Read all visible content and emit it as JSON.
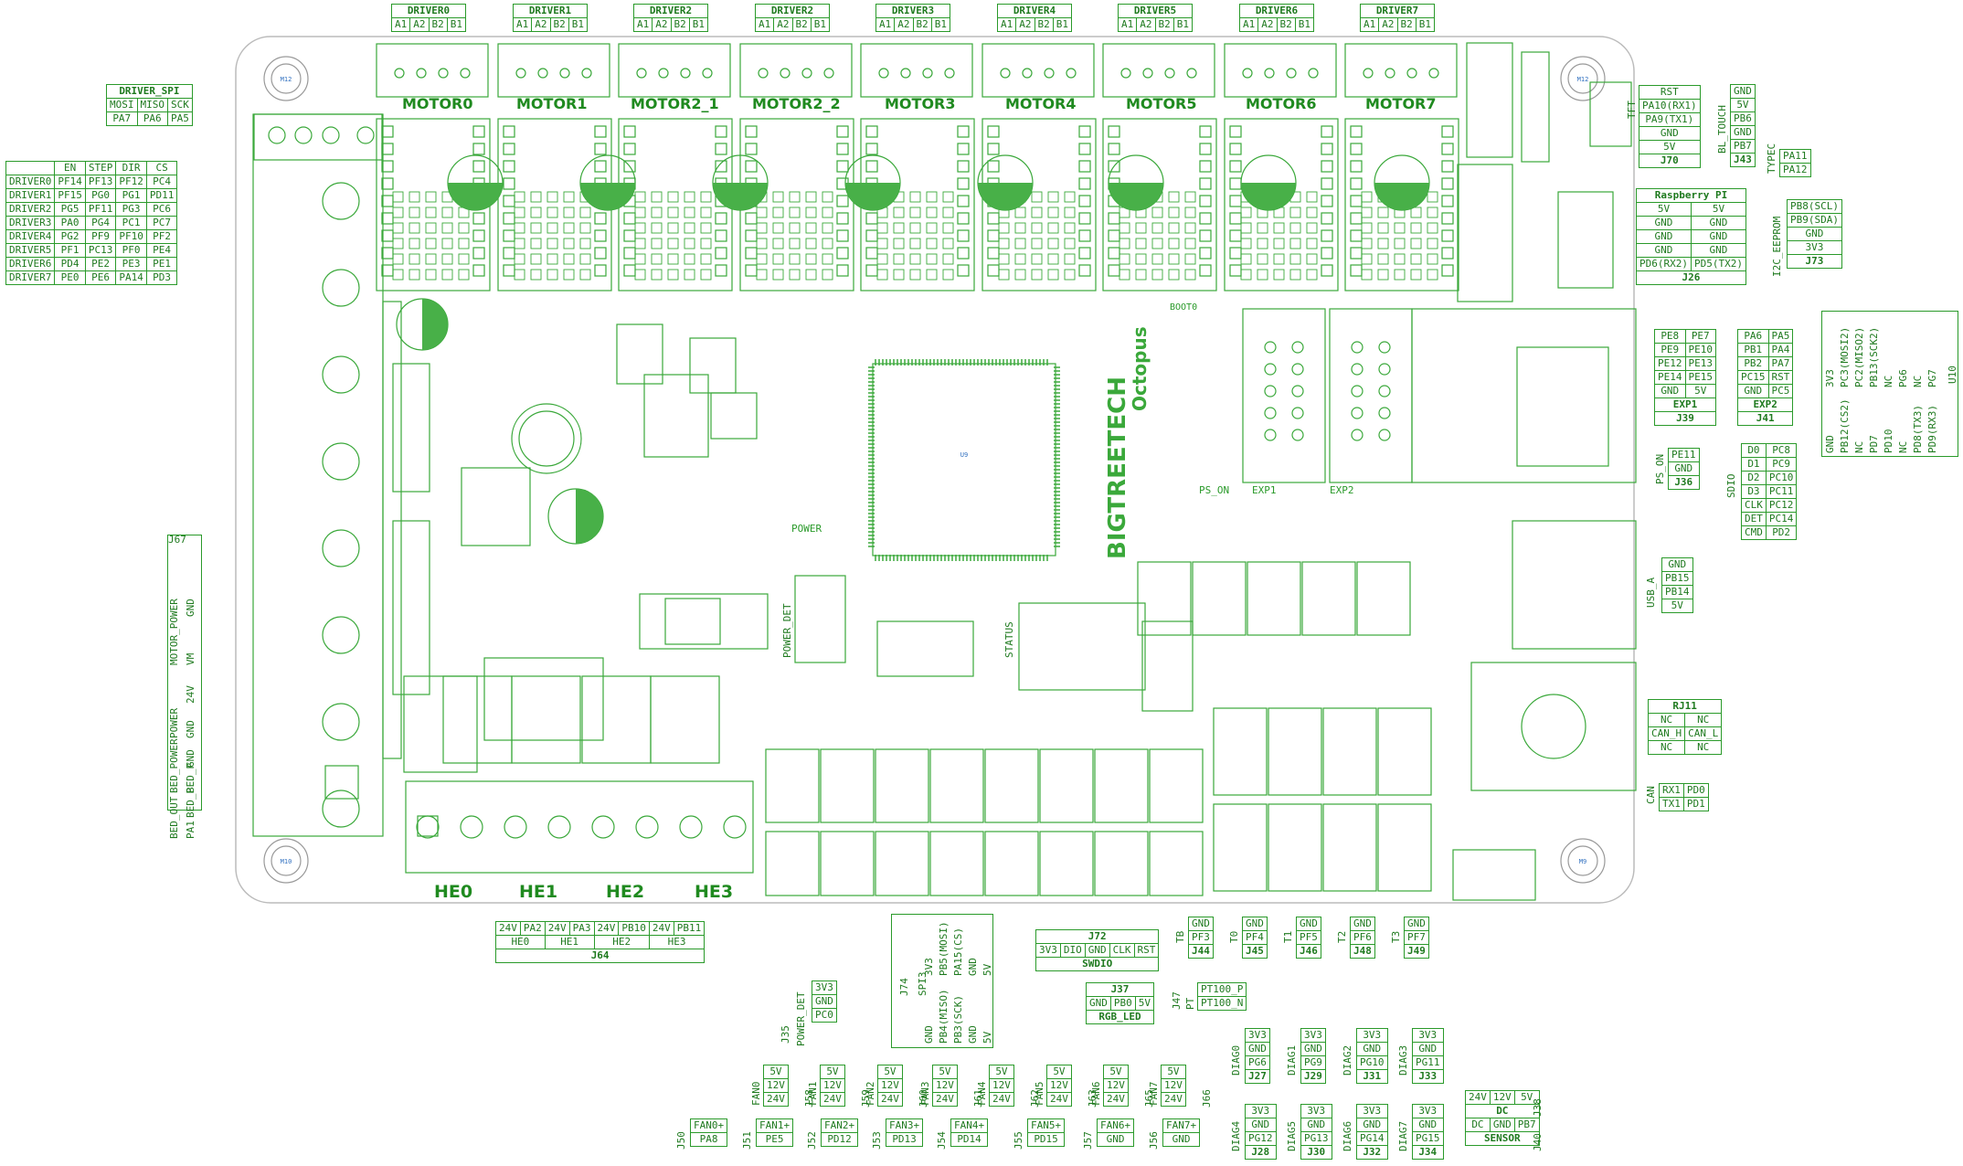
{
  "board": {
    "brand": "BIGTREETECH",
    "model": "Octopus",
    "chip": "U9",
    "power_label": "POWER",
    "boot_label": "BOOT0",
    "status_label": "STATUS",
    "power_det_label": "POWER_DET",
    "ps_on_label": "PS_ON",
    "exp1_label": "EXP1",
    "exp2_label": "EXP2",
    "mount_holes": [
      "M12",
      "M12",
      "M10",
      "M9"
    ],
    "he_labels": [
      "HE0",
      "HE1",
      "HE2",
      "HE3"
    ],
    "motor_labels": [
      "MOTOR0",
      "MOTOR1",
      "MOTOR2_1",
      "MOTOR2_2",
      "MOTOR3",
      "MOTOR4",
      "MOTOR5",
      "MOTOR6",
      "MOTOR7"
    ]
  },
  "top_drivers": {
    "names": [
      "DRIVER0",
      "DRIVER1",
      "DRIVER2",
      "DRIVER2",
      "DRIVER3",
      "DRIVER4",
      "DRIVER5",
      "DRIVER6",
      "DRIVER7"
    ],
    "pins": [
      "A1",
      "A2",
      "B2",
      "B1"
    ]
  },
  "driver_spi": {
    "title": "DRIVER_SPI",
    "header": [
      "MOSI",
      "MISO",
      "SCK"
    ],
    "values": [
      "PA7",
      "PA6",
      "PA5"
    ]
  },
  "driver_table": {
    "header": [
      "",
      "EN",
      "STEP",
      "DIR",
      "CS"
    ],
    "rows": [
      [
        "DRIVER0",
        "PF14",
        "PF13",
        "PF12",
        "PC4"
      ],
      [
        "DRIVER1",
        "PF15",
        "PG0",
        "PG1",
        "PD11"
      ],
      [
        "DRIVER2",
        "PG5",
        "PF11",
        "PG3",
        "PC6"
      ],
      [
        "DRIVER3",
        "PA0",
        "PG4",
        "PC1",
        "PC7"
      ],
      [
        "DRIVER4",
        "PG2",
        "PF9",
        "PF10",
        "PF2"
      ],
      [
        "DRIVER5",
        "PF1",
        "PC13",
        "PF0",
        "PE4"
      ],
      [
        "DRIVER6",
        "PD4",
        "PE2",
        "PE3",
        "PE1"
      ],
      [
        "DRIVER7",
        "PE0",
        "PE6",
        "PA14",
        "PD3"
      ]
    ]
  },
  "j67": {
    "title": "J67",
    "groups": [
      [
        "MOTOR_POWER",
        "GND",
        "VM"
      ],
      [
        "POWER",
        "24V",
        "GND"
      ],
      [
        "BED_POWER",
        "GND",
        "BED_P"
      ],
      [
        "BED_OUT",
        "BED_P",
        "PA1"
      ]
    ]
  },
  "j70": {
    "side": "TFT",
    "rows": [
      "RST",
      "PA10(RX1)",
      "PA9(TX1)",
      "GND",
      "5V"
    ],
    "title": "J70"
  },
  "j43": {
    "side": "BL_TOUCH",
    "rows": [
      "GND",
      "5V",
      "PB6",
      "GND",
      "PB7"
    ],
    "title": "J43"
  },
  "typec": {
    "side": "TYPEC",
    "rows": [
      "PA11",
      "PA12"
    ]
  },
  "raspberry": {
    "title": "Raspberry PI",
    "rows": [
      [
        "5V",
        "5V"
      ],
      [
        "GND",
        "GND"
      ],
      [
        "GND",
        "GND"
      ],
      [
        "GND",
        "GND"
      ],
      [
        "PD6(RX2)",
        "PD5(TX2)"
      ]
    ],
    "footer": "J26"
  },
  "i2c": {
    "side": "I2C_EEPROM",
    "rows": [
      "PB8(SCL)",
      "PB9(SDA)",
      "GND",
      "3V3"
    ],
    "title": "J73"
  },
  "exp1": {
    "rows": [
      [
        "PE8",
        "PE7"
      ],
      [
        "PE9",
        "PE10"
      ],
      [
        "PE12",
        "PE13"
      ],
      [
        "PE14",
        "PE15"
      ],
      [
        "GND",
        "5V"
      ]
    ],
    "name": "EXP1",
    "title": "J39"
  },
  "exp2": {
    "rows": [
      [
        "PA6",
        "PA5"
      ],
      [
        "PB1",
        "PA4"
      ],
      [
        "PB2",
        "PA7"
      ],
      [
        "PC15",
        "RST"
      ],
      [
        "GND",
        "PC5"
      ]
    ],
    "name": "EXP2",
    "title": "J41"
  },
  "u10": {
    "title": "U10",
    "top": [
      "3V3",
      "PC3(MOSI2)",
      "PC2(MISO2)",
      "PB13(SCK2)",
      "NC",
      "PG6",
      "NC",
      "PG7"
    ],
    "bottom": [
      "GND",
      "PB12(CS2)",
      "NC",
      "PD7",
      "PD10",
      "NC",
      "PD8(TX3)",
      "PD9(RX3)"
    ]
  },
  "j36": {
    "side": "PS_ON",
    "rows": [
      "PE11",
      "GND"
    ],
    "title": "J36"
  },
  "sdio": {
    "side": "SDIO",
    "rows": [
      [
        "D0",
        "PC8"
      ],
      [
        "D1",
        "PC9"
      ],
      [
        "D2",
        "PC10"
      ],
      [
        "D3",
        "PC11"
      ],
      [
        "CLK",
        "PC12"
      ],
      [
        "DET",
        "PC14"
      ],
      [
        "CMD",
        "PD2"
      ]
    ]
  },
  "usb_a": {
    "side": "USB_A",
    "rows": [
      "GND",
      "PB15",
      "PB14",
      "5V"
    ]
  },
  "rj11": {
    "title": "RJ11",
    "rows": [
      [
        "NC",
        "NC"
      ],
      [
        "CAN_H",
        "CAN_L"
      ],
      [
        "NC",
        "NC"
      ]
    ]
  },
  "can": {
    "side": "CAN",
    "rows": [
      [
        "RX1",
        "PD0"
      ],
      [
        "TX1",
        "PD1"
      ]
    ]
  },
  "j64": {
    "cols": [
      [
        "24V",
        "PA2"
      ],
      [
        "24V",
        "PA3"
      ],
      [
        "24V",
        "PB10"
      ],
      [
        "24V",
        "PB11"
      ]
    ],
    "names": [
      "HE0",
      "HE1",
      "HE2",
      "HE3"
    ],
    "title": "J64"
  },
  "j74": {
    "title": "J74",
    "spi": "SPI3",
    "top": [
      "3V3",
      "PB5(MOSI)",
      "PA15(CS)",
      "GND",
      "5V"
    ],
    "bottom": [
      "GND",
      "PB4(MISO)",
      "PB3(SCK)",
      "GND",
      "5V"
    ]
  },
  "j72": {
    "title": "J72",
    "cells": [
      "3V3",
      "DIO",
      "GND",
      "CLK",
      "RST"
    ],
    "name": "SWDIO"
  },
  "j37": {
    "title": "J37",
    "cells": [
      "GND",
      "PB0",
      "5V"
    ],
    "name": "RGB_LED"
  },
  "j35": {
    "title": "J35",
    "side": "POWER_DET",
    "rows": [
      "3V3",
      "GND",
      "PC0"
    ]
  },
  "j47": {
    "title": "J47",
    "side": "PT",
    "rows": [
      "PT100_P",
      "PT100_N"
    ]
  },
  "thermistors": [
    {
      "side": "TB",
      "cells": [
        "GND",
        "PF3"
      ],
      "title": "J44"
    },
    {
      "side": "T0",
      "cells": [
        "GND",
        "PF4"
      ],
      "title": "J45"
    },
    {
      "side": "T1",
      "cells": [
        "GND",
        "PF5"
      ],
      "title": "J46"
    },
    {
      "side": "T2",
      "cells": [
        "GND",
        "PF6"
      ],
      "title": "J48"
    },
    {
      "side": "T3",
      "cells": [
        "GND",
        "PF7"
      ],
      "title": "J49"
    }
  ],
  "diag_row1": [
    {
      "side": "DIAG0",
      "cells": [
        "3V3",
        "GND",
        "PG6"
      ],
      "title": "J27"
    },
    {
      "side": "DIAG1",
      "cells": [
        "3V3",
        "GND",
        "PG9"
      ],
      "title": "J29"
    },
    {
      "side": "DIAG2",
      "cells": [
        "3V3",
        "GND",
        "PG10"
      ],
      "title": "J31"
    },
    {
      "side": "DIAG3",
      "cells": [
        "3V3",
        "GND",
        "PG11"
      ],
      "title": "J33"
    }
  ],
  "diag_row2": [
    {
      "side": "DIAG4",
      "cells": [
        "3V3",
        "GND",
        "PG12"
      ],
      "title": "J28"
    },
    {
      "side": "DIAG5",
      "cells": [
        "3V3",
        "GND",
        "PG13"
      ],
      "title": "J30"
    },
    {
      "side": "DIAG6",
      "cells": [
        "3V3",
        "GND",
        "PG14"
      ],
      "title": "J32"
    },
    {
      "side": "DIAG7",
      "cells": [
        "3V3",
        "GND",
        "PG15"
      ],
      "title": "J34"
    }
  ],
  "fan_power": [
    {
      "side": "FAN0",
      "title": "J58"
    },
    {
      "side": "FAN1",
      "title": "J59"
    },
    {
      "side": "FAN2",
      "title": "J60"
    },
    {
      "side": "FAN3",
      "title": "J61"
    },
    {
      "side": "FAN4",
      "title": "J62"
    },
    {
      "side": "FAN5",
      "title": "J63"
    },
    {
      "side": "FAN6",
      "title": "J65"
    },
    {
      "side": "FAN7",
      "title": "J66"
    }
  ],
  "fan_power_rows": [
    "5V",
    "12V",
    "24V"
  ],
  "fan_out": [
    {
      "title": "J50",
      "top": "FAN0+",
      "bot": "PA8"
    },
    {
      "title": "J51",
      "top": "FAN1+",
      "bot": "PE5"
    },
    {
      "title": "J52",
      "top": "FAN2+",
      "bot": "PD12"
    },
    {
      "title": "J53",
      "top": "FAN3+",
      "bot": "PD13"
    },
    {
      "title": "J54",
      "top": "FAN4+",
      "bot": "PD14"
    },
    {
      "title": "J55",
      "top": "FAN5+",
      "bot": "PD15"
    },
    {
      "title": "J57",
      "top": "FAN6+",
      "bot": "GND"
    },
    {
      "title": "J56",
      "top": "FAN7+",
      "bot": "GND"
    }
  ],
  "dc": {
    "top": [
      "24V",
      "12V",
      "5V"
    ],
    "mid": "DC",
    "title1": "J38",
    "bot": [
      "DC",
      "GND",
      "PB7"
    ],
    "name": "SENSOR",
    "title2": "J40"
  }
}
